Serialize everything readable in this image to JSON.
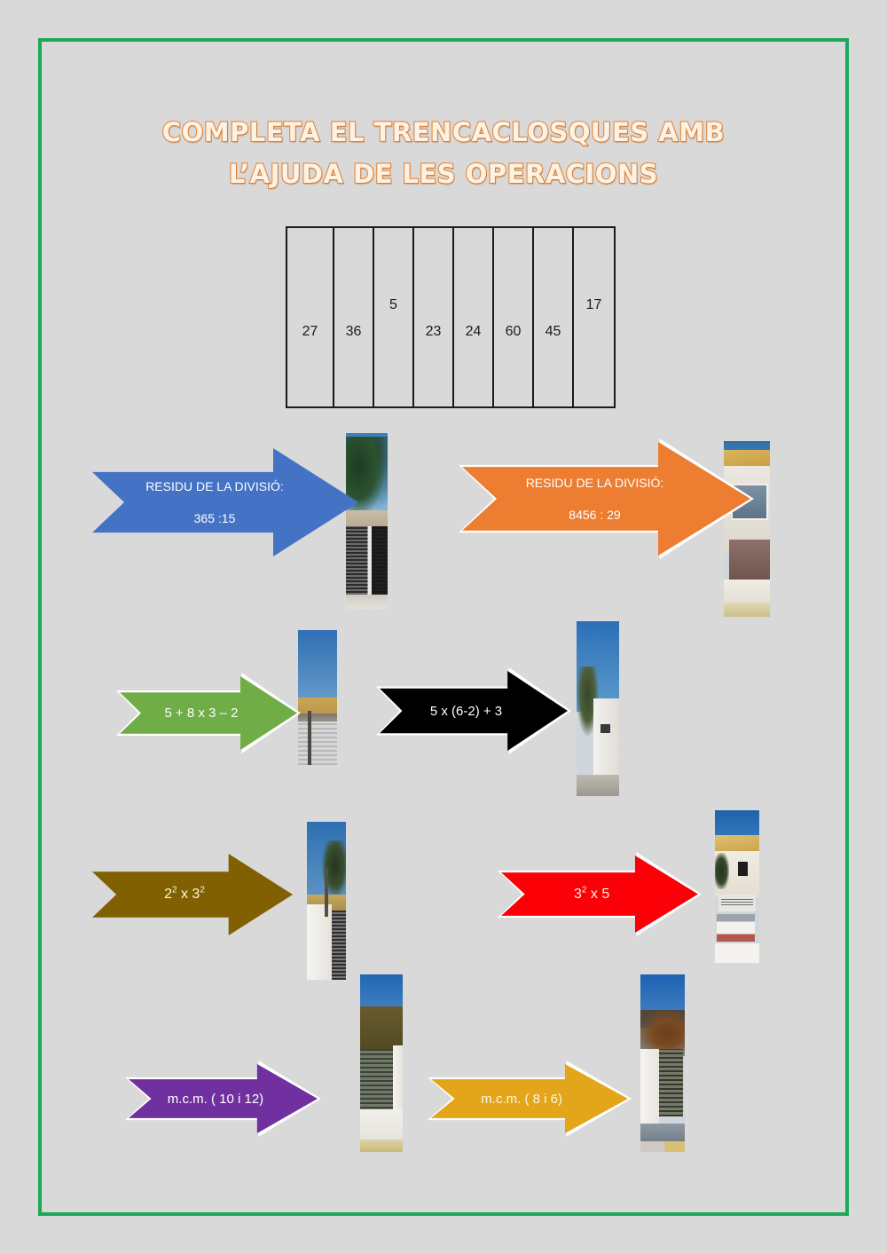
{
  "page": {
    "background_color": "#d9d9d9",
    "border_color": "#1da85a"
  },
  "title": {
    "line1": "COMPLETA EL TRENCACLOSQUES AMB",
    "line2": "L’AJUDA DE LES OPERACIONS",
    "fill_color": "#fdf2e4",
    "outline_color": "#e8883a"
  },
  "puzzle": {
    "name": "number-strip-puzzle",
    "cells": [
      {
        "value": "27",
        "width": 53,
        "align": "low"
      },
      {
        "value": "36",
        "width": 45,
        "align": "low"
      },
      {
        "value": "5",
        "width": 45,
        "align": "high"
      },
      {
        "value": "23",
        "width": 45,
        "align": "low"
      },
      {
        "value": "24",
        "width": 45,
        "align": "low"
      },
      {
        "value": "60",
        "width": 45,
        "align": "low"
      },
      {
        "value": "45",
        "width": 45,
        "align": "low"
      },
      {
        "value": "17",
        "width": 45,
        "align": "high"
      }
    ]
  },
  "arrows": [
    {
      "id": "arrow-residu-365-15",
      "line1": "RESIDU DE LA DIVISIÓ:",
      "line2": "365 :15",
      "color": "#4472c4",
      "text_color": "#ffffff",
      "font_size": 14,
      "outline": false
    },
    {
      "id": "arrow-residu-8456-29",
      "line1": "RESIDU DE LA DIVISIÓ:",
      "line2": "8456 : 29",
      "color": "#ed7d31",
      "text_color": "#ffffff",
      "font_size": 14,
      "outline": true
    },
    {
      "id": "arrow-suma-5-8x3-2",
      "line1": "5 + 8 x 3 – 2",
      "line2": "",
      "color": "#70ad47",
      "text_color": "#ffffff",
      "font_size": 15,
      "outline": true
    },
    {
      "id": "arrow-5x6-2-plus3",
      "line1": "5 x (6-2) + 3",
      "line2": "",
      "color": "#000000",
      "text_color": "#ffffff",
      "font_size": 15,
      "outline": true
    },
    {
      "id": "arrow-2sq-x-3sq",
      "line1_html": "2<sup>2</sup> x 3<sup>2</sup>",
      "line1": "2² x 3²",
      "line2": "",
      "color": "#806000",
      "text_color": "#fdf6e3",
      "font_size": 16,
      "outline": false
    },
    {
      "id": "arrow-3sq-x-5",
      "line1_html": "3<sup>2</sup> x 5",
      "line1": "3² x 5",
      "line2": "",
      "color": "#fb0007",
      "text_color": "#fdf6e3",
      "font_size": 16,
      "outline": true
    },
    {
      "id": "arrow-mcm-10-12",
      "line1": "m.c.m. ( 10 i 12)",
      "line2": "",
      "color": "#7030a0",
      "text_color": "#ffffff",
      "font_size": 15,
      "outline": true
    },
    {
      "id": "arrow-mcm-8-6",
      "line1": "m.c.m. ( 8 i 6)",
      "line2": "",
      "color": "#e3a51a",
      "text_color": "#fdf6e3",
      "font_size": 15,
      "outline": true
    }
  ],
  "photos": [
    {
      "id": "photo-gate-tree",
      "alt": "street gate with tree and blue sky"
    },
    {
      "id": "photo-building-windows",
      "alt": "white building facade with windows"
    },
    {
      "id": "photo-roof-fence",
      "alt": "blue sky over tan roof and grey fence"
    },
    {
      "id": "photo-white-pillar",
      "alt": "white wall pillar with trees"
    },
    {
      "id": "photo-pillar-pole",
      "alt": "white pillar with pole and tree"
    },
    {
      "id": "photo-wall-sign",
      "alt": "white wall with sign under tan roof"
    },
    {
      "id": "photo-hedge-fence",
      "alt": "hedge above dark fence and white wall"
    },
    {
      "id": "photo-gate-autumn",
      "alt": "dark gate with autumn tree and white wall"
    }
  ]
}
